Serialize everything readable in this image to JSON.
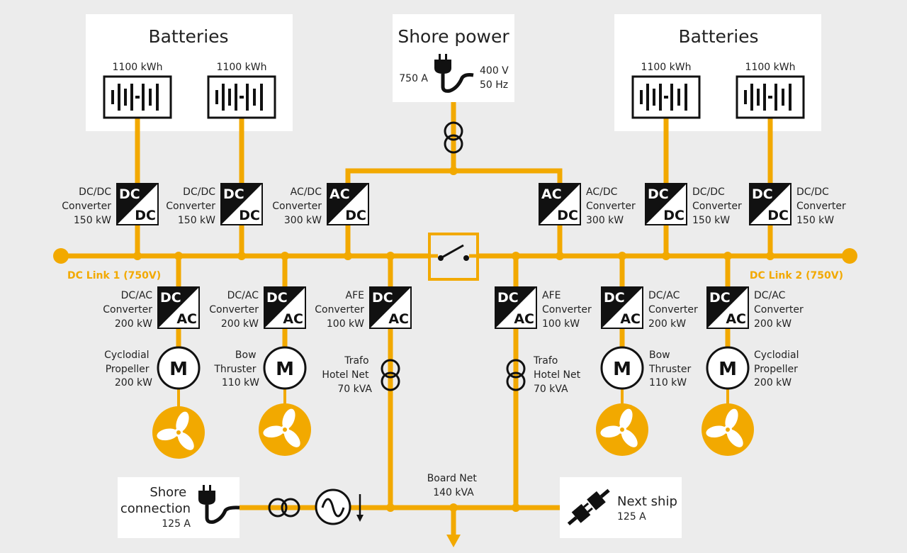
{
  "colors": {
    "bus": "#f2a900",
    "background": "#ececec",
    "panel": "#ffffff",
    "ink": "#111111"
  },
  "battery_left": {
    "title": "Batteries",
    "cells": [
      {
        "capacity": "1100 kWh"
      },
      {
        "capacity": "1100 kWh"
      }
    ]
  },
  "battery_right": {
    "title": "Batteries",
    "cells": [
      {
        "capacity": "1100 kWh"
      },
      {
        "capacity": "1100 kWh"
      }
    ]
  },
  "shore_power": {
    "title": "Shore power",
    "current": "750 A",
    "voltage": "400 V",
    "frequency": "50 Hz"
  },
  "upper_converters": [
    {
      "l1": "DC/DC",
      "l2": "Converter",
      "l3": "150 kW",
      "top": "DC",
      "bot": "DC"
    },
    {
      "l1": "DC/DC",
      "l2": "Converter",
      "l3": "150 kW",
      "top": "DC",
      "bot": "DC"
    },
    {
      "l1": "AC/DC",
      "l2": "Converter",
      "l3": "300 kW",
      "top": "AC",
      "bot": "DC"
    },
    {
      "l1": "AC/DC",
      "l2": "Converter",
      "l3": "300 kW",
      "top": "AC",
      "bot": "DC"
    },
    {
      "l1": "DC/DC",
      "l2": "Converter",
      "l3": "150 kW",
      "top": "DC",
      "bot": "DC"
    },
    {
      "l1": "DC/DC",
      "l2": "Converter",
      "l3": "150 kW",
      "top": "DC",
      "bot": "DC"
    }
  ],
  "bus_left": {
    "label": "DC Link 1 (750V)"
  },
  "bus_right": {
    "label": "DC Link 2 (750V)"
  },
  "lower_converters": [
    {
      "l1": "DC/AC",
      "l2": "Converter",
      "l3": "200 kW",
      "top": "DC",
      "bot": "AC"
    },
    {
      "l1": "DC/AC",
      "l2": "Converter",
      "l3": "200 kW",
      "top": "DC",
      "bot": "AC"
    },
    {
      "l1": "AFE",
      "l2": "Converter",
      "l3": "100 kW",
      "top": "DC",
      "bot": "AC"
    },
    {
      "l1": "AFE",
      "l2": "Converter",
      "l3": "100 kW",
      "top": "DC",
      "bot": "AC"
    },
    {
      "l1": "DC/AC",
      "l2": "Converter",
      "l3": "200 kW",
      "top": "DC",
      "bot": "AC"
    },
    {
      "l1": "DC/AC",
      "l2": "Converter",
      "l3": "200 kW",
      "top": "DC",
      "bot": "AC"
    }
  ],
  "motors": [
    {
      "l1": "Cyclodial",
      "l2": "Propeller",
      "l3": "200 kW",
      "symbol": "M"
    },
    {
      "l1": "Bow",
      "l2": "Thruster",
      "l3": "110 kW",
      "symbol": "M"
    },
    {
      "l1": "Bow",
      "l2": "Thruster",
      "l3": "110 kW",
      "symbol": "M"
    },
    {
      "l1": "Cyclodial",
      "l2": "Propeller",
      "l3": "200 kW",
      "symbol": "M"
    }
  ],
  "trafos": [
    {
      "l1": "Trafo",
      "l2": "Hotel Net",
      "l3": "70 kVA"
    },
    {
      "l1": "Trafo",
      "l2": "Hotel Net",
      "l3": "70 kVA"
    }
  ],
  "board_net": {
    "l1": "Board Net",
    "l2": "140 kVA"
  },
  "shore_connection": {
    "l1": "Shore",
    "l2": "connection",
    "l3": "125 A"
  },
  "next_ship": {
    "l1": "Next ship",
    "l2": "125 A"
  }
}
